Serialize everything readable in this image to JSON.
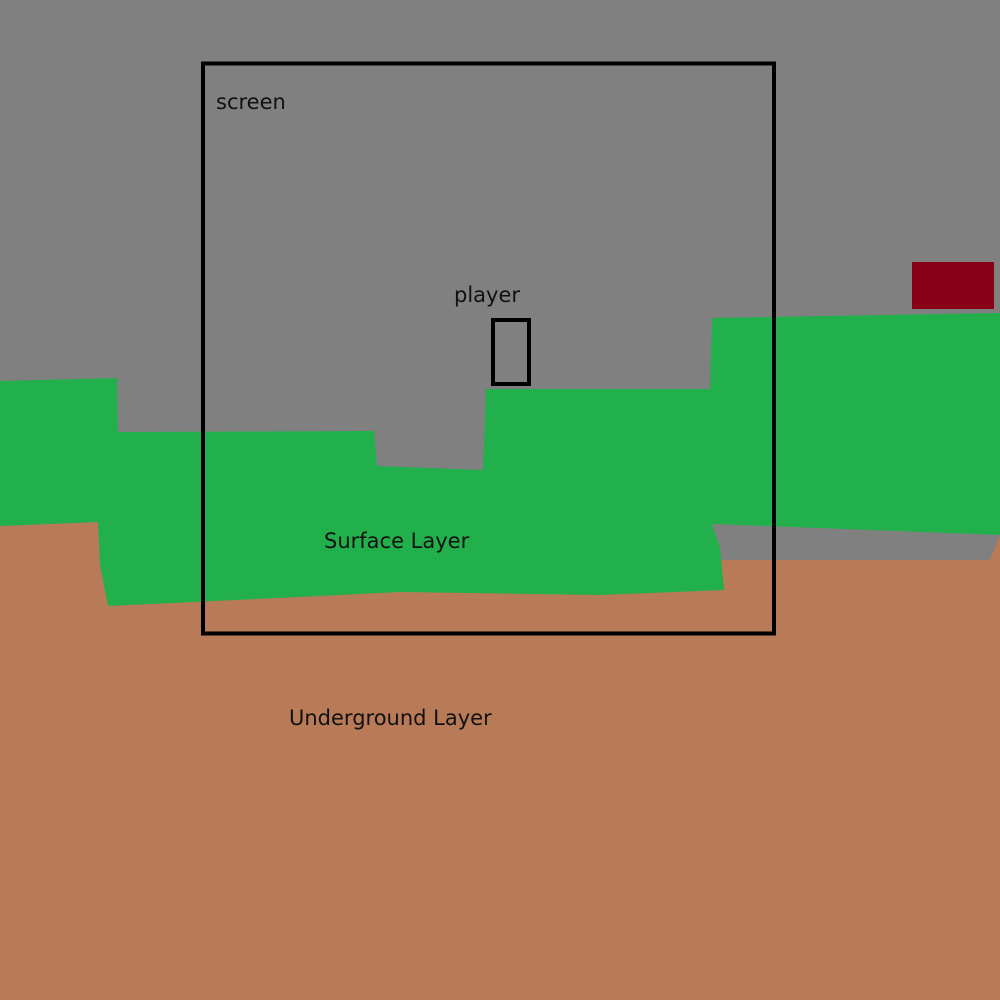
{
  "labels": {
    "screen": "screen",
    "player": "player",
    "surface": "Surface Layer",
    "underground": "Underground Layer"
  },
  "colors": {
    "sky": "#808080",
    "surface": "#22b04d",
    "underground": "#b97a57",
    "red_block": "#880015",
    "outline": "#000000"
  }
}
